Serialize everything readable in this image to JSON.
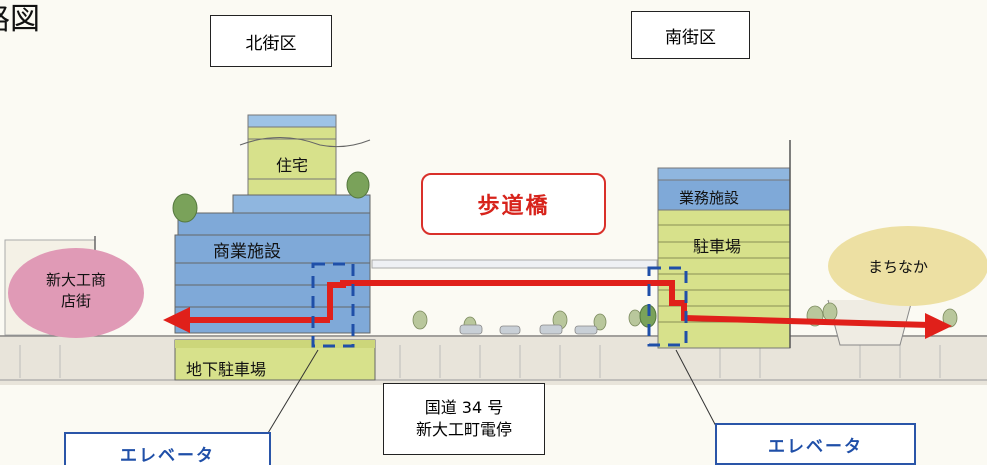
{
  "title": "路図",
  "districts": {
    "north": "北街区",
    "south": "南街区"
  },
  "bridge_label": "歩道橋",
  "buildings": {
    "north": {
      "residential": "住宅",
      "commercial": "商業施設",
      "parking": "地下駐車場"
    },
    "south": {
      "office": "業務施設",
      "parking": "駐車場"
    }
  },
  "destinations": {
    "west": "新大工商\n店街",
    "east": "まちなか"
  },
  "road_label": "国道 34 号\n新大工町電停",
  "elevator_left": "エレベータ",
  "elevator_right": "エレベータ",
  "colors": {
    "route": "#e0201a",
    "bridge_border": "#d9302a",
    "elevator": "#1f4fa8",
    "building_blue": "#7fa9d8",
    "building_green": "#d7e18b",
    "west_oval": "#e09ab6",
    "east_oval": "#ede0a3"
  }
}
